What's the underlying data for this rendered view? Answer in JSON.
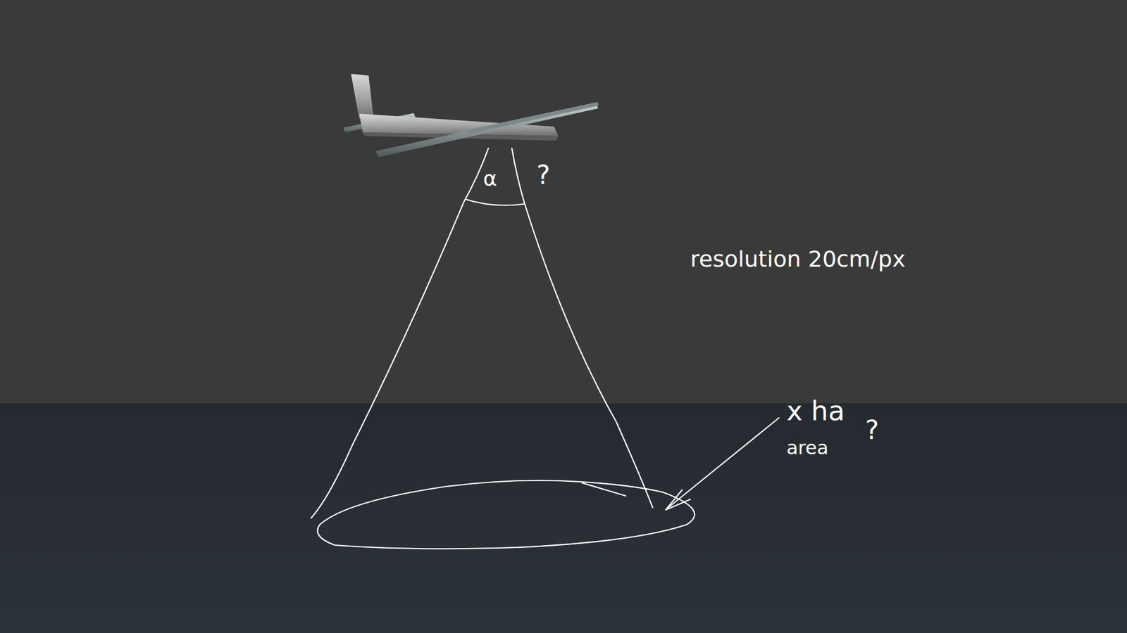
{
  "diagram": {
    "labels": [
      "α",
      "?",
      "resolution 20cm/px",
      "x ha",
      "?",
      "area"
    ]
  }
}
